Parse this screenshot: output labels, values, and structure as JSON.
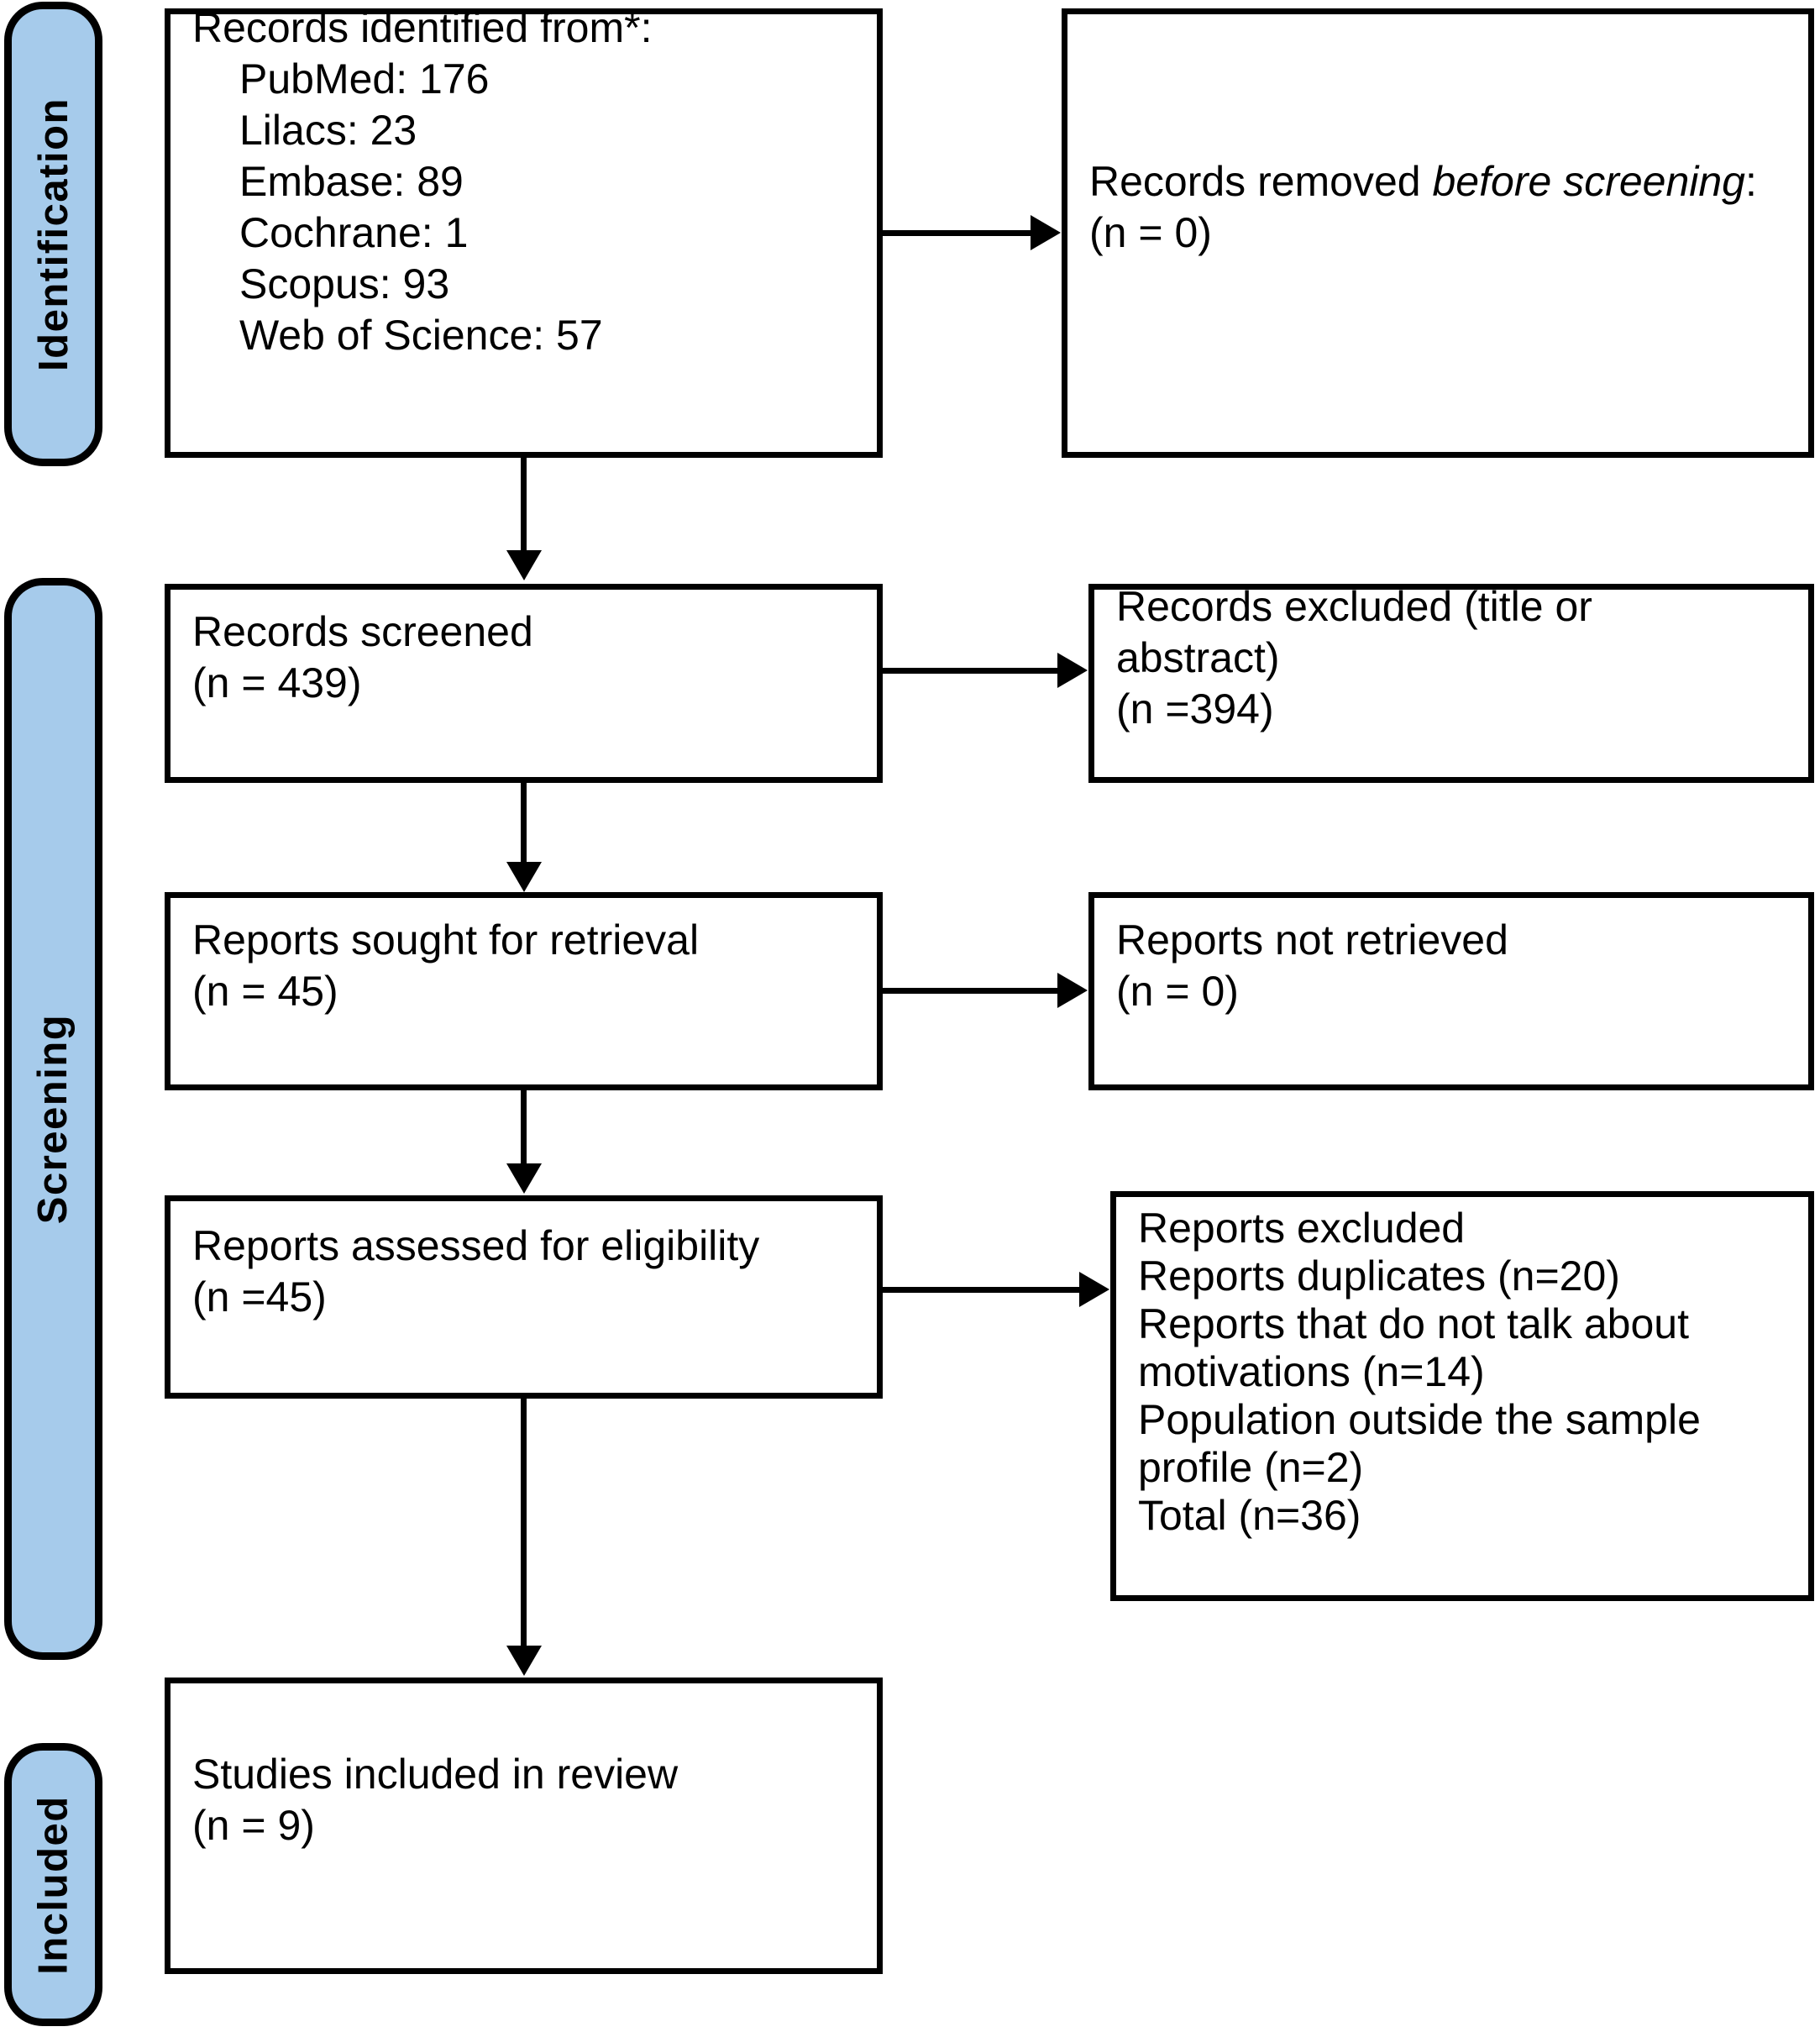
{
  "diagram": {
    "title": "PRISMA 2020 flow diagram",
    "accent_color": "#a6cbeb",
    "line_color": "#000000",
    "background_color": "#ffffff"
  },
  "stages": [
    {
      "id": "identification",
      "label": "Identification"
    },
    {
      "id": "screening",
      "label": "Screening"
    },
    {
      "id": "included",
      "label": "Included"
    }
  ],
  "boxes": {
    "records_identified": {
      "heading": "Records identified from*:",
      "sources": [
        {
          "name": "PubMed",
          "count": "176",
          "line": "PubMed: 176"
        },
        {
          "name": "Lilacs",
          "count": "23",
          "line": "Lilacs: 23"
        },
        {
          "name": "Embase",
          "count": "89",
          "line": "Embase: 89"
        },
        {
          "name": "Cochrane",
          "count": "1",
          "line": "Cochrane: 1"
        },
        {
          "name": "Scopus",
          "count": "93",
          "line": "Scopus: 93"
        },
        {
          "name": "Web of Science",
          "count": "57",
          "line": "Web of Science: 57"
        }
      ]
    },
    "records_removed": {
      "lead": "Records removed ",
      "emph1": "before",
      "mid": " ",
      "emph2": "screening",
      "tail": ": (n = 0)"
    },
    "records_screened": {
      "line1": "Records screened",
      "line2": "(n = 439)"
    },
    "records_excluded": {
      "line1": "Records excluded (title or",
      "line2": "abstract)",
      "line3": "(n =394)"
    },
    "reports_sought": {
      "line1": "Reports sought for retrieval",
      "line2": "(n = 45)"
    },
    "reports_not_retrieved": {
      "line1": "Reports not retrieved",
      "line2": "(n = 0)"
    },
    "reports_assessed": {
      "line1": "Reports assessed for eligibility",
      "line2": "(n =45)"
    },
    "reports_excluded": {
      "line1": "Reports excluded",
      "line2": "Reports duplicates (n=20)",
      "line3": "Reports that do not talk about",
      "line4": "motivations (n=14)",
      "line5": "Population outside the sample",
      "line6": "profile (n=2)",
      "line7": "Total (n=36)"
    },
    "studies_included": {
      "line1": "Studies included in review",
      "line2": "(n = 9)"
    }
  }
}
